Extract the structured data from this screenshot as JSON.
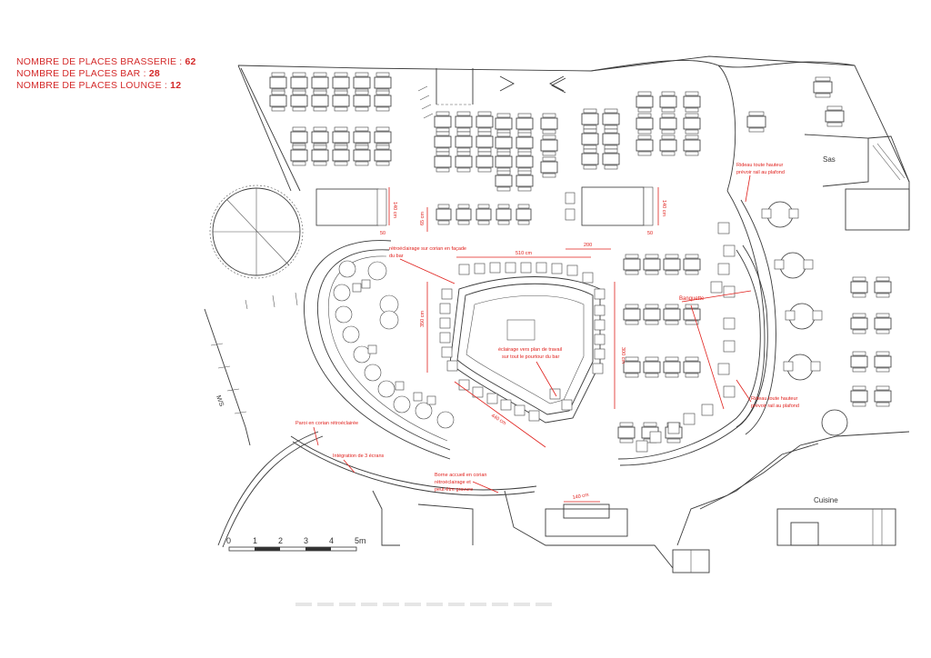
{
  "header": {
    "brasserie_label": "NOMBRE DE PLACES BRASSERIE : ",
    "brasserie_value": "62",
    "bar_label": "NOMBRE DE PLACES BAR : ",
    "bar_value": "28",
    "lounge_label": "NOMBRE DE PLACES LOUNGE : ",
    "lounge_value": "12"
  },
  "annotations": {
    "retro_facade": "rétroéclairage sur corian en façade",
    "retro_facade_2": "du bar",
    "eclairage": "éclairage vers plan de travail",
    "eclairage_2": "sur tout le pourtour du bar",
    "banquette": "Banquette",
    "rideau_top": "Rideau toute hauteur",
    "rideau_top_2": "prévoir rail au plafond",
    "rideau_bottom": "Rideau toute hauteur",
    "rideau_bottom_2": "prévoir rail au plafond",
    "paroi": "Paroi en corian rétroéclairée",
    "integration": "Intégration de 3 écrans",
    "borne": "Borne accueil en corian",
    "borne_2": "rétroéclairage et",
    "borne_3": "peut-être gravure"
  },
  "dimensions": {
    "d510": "510 cm",
    "d200": "200",
    "d350": "350 cm",
    "d300": "300 cm",
    "d440": "440 cm",
    "d140a": "140 cm",
    "d140b": "140 cm",
    "d140c": "140 cm",
    "d65": "65 cm",
    "d50a": "50",
    "d50b": "50"
  },
  "rooms": {
    "sas": "Sas",
    "cuisine": "Cuisine",
    "stair": "M/S"
  },
  "scale": {
    "ticks": [
      "0",
      "1",
      "2",
      "3",
      "4",
      "5m"
    ]
  }
}
